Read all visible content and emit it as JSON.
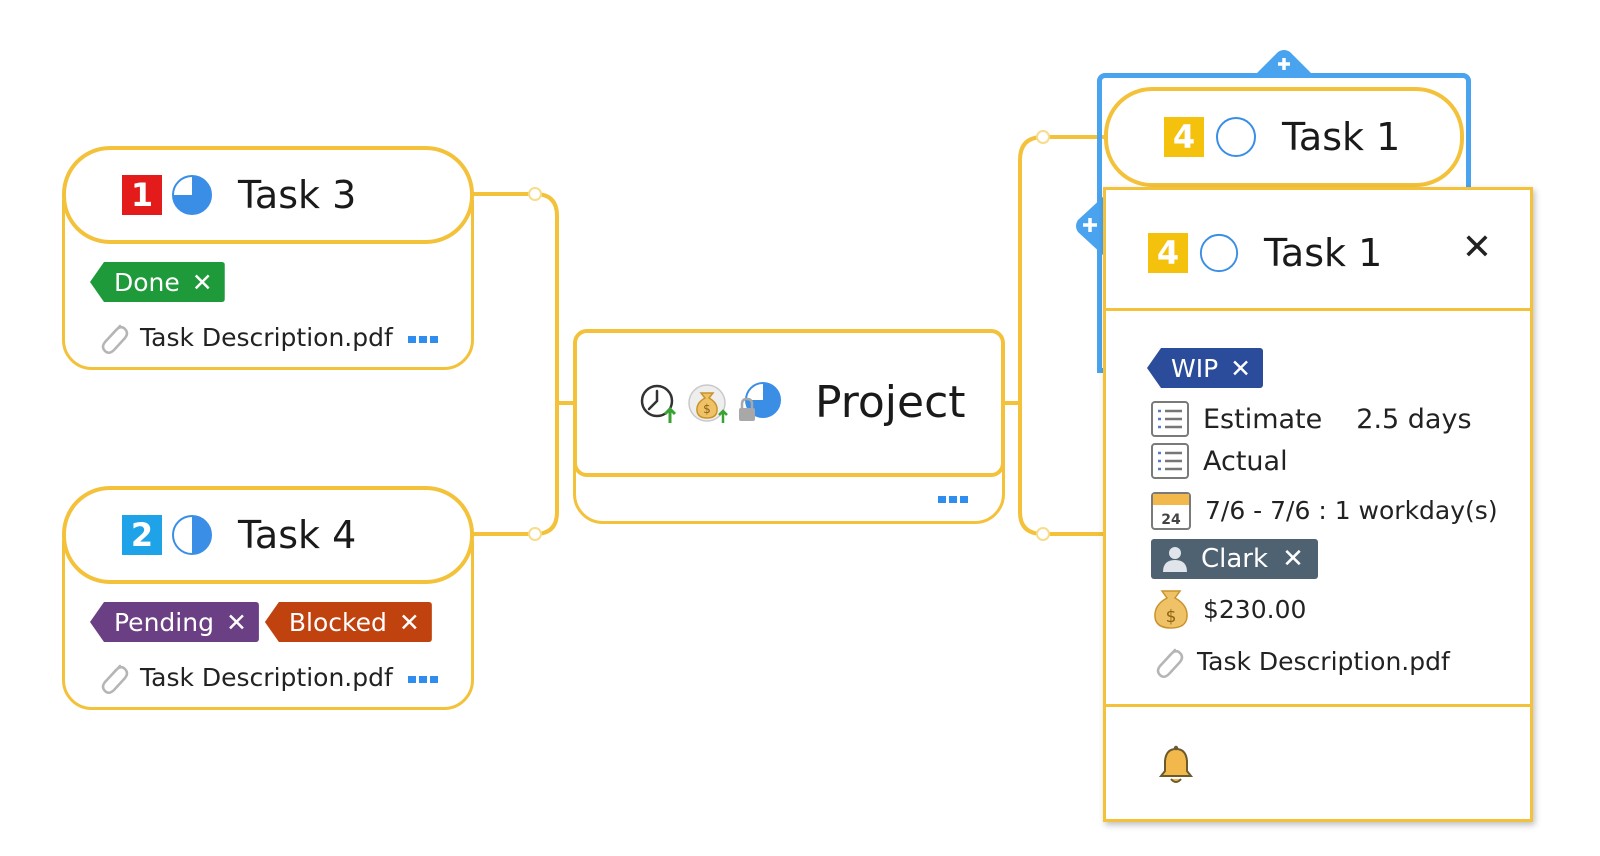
{
  "center": {
    "title": "Project",
    "icons": [
      "clock-up-icon",
      "money-bag-up-icon",
      "lock-pie-icon"
    ]
  },
  "task3": {
    "priority": "1",
    "title": "Task 3",
    "tags": [
      {
        "label": "Done",
        "color": "#1e9a3a"
      }
    ],
    "attachment": "Task Description.pdf"
  },
  "task4": {
    "priority": "2",
    "title": "Task 4",
    "tags": [
      {
        "label": "Pending",
        "color": "#6b3f84"
      },
      {
        "label": "Blocked",
        "color": "#c0420f"
      }
    ],
    "attachment": "Task Description.pdf"
  },
  "task1": {
    "priority": "4",
    "title": "Task 1"
  },
  "panel": {
    "priority": "4",
    "title": "Task 1",
    "close": "✕",
    "tag": {
      "label": "WIP",
      "color": "#2b4b9b"
    },
    "estimate_label": "Estimate",
    "estimate_value": "2.5 days",
    "actual_label": "Actual",
    "calendar_day": "24",
    "dates": "7/6 - 7/6 : 1 workday(s)",
    "assignee": {
      "name": "Clark",
      "color": "#4f6272"
    },
    "cost": "$230.00",
    "attachment": "Task Description.pdf",
    "footer_icon": "bell-icon"
  },
  "colors": {
    "accent": "#f3c13a",
    "selection": "#4aa3ee",
    "more": "#2f8df0"
  }
}
